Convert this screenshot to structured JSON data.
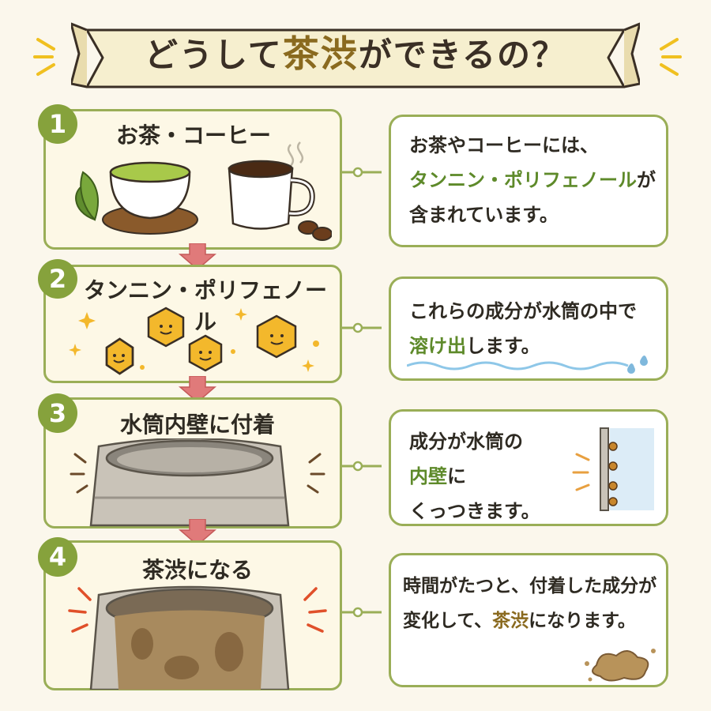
{
  "title": {
    "before": "どうして",
    "highlight": "茶渋",
    "after": "ができるの？"
  },
  "steps": [
    {
      "number": "1",
      "title": "お茶・コーヒー",
      "lines": [
        [
          {
            "t": "お茶やコーヒーには、",
            "c": ""
          }
        ],
        [
          {
            "t": "タンニン・ポリフェノール",
            "c": "green"
          },
          {
            "t": "が",
            "c": ""
          }
        ],
        [
          {
            "t": "含まれています。",
            "c": ""
          }
        ]
      ]
    },
    {
      "number": "2",
      "title": "タンニン・ポリフェノール",
      "lines": [
        [
          {
            "t": "これらの成分が水筒の中で",
            "c": ""
          }
        ],
        [
          {
            "t": "溶け出",
            "c": "green"
          },
          {
            "t": "します。",
            "c": ""
          }
        ]
      ]
    },
    {
      "number": "3",
      "title": "水筒内壁に付着",
      "lines": [
        [
          {
            "t": "成分が水筒の",
            "c": ""
          }
        ],
        [
          {
            "t": "内壁",
            "c": "green"
          },
          {
            "t": "に",
            "c": ""
          }
        ],
        [
          {
            "t": "くっつきます。",
            "c": ""
          }
        ]
      ]
    },
    {
      "number": "4",
      "title": "茶渋になる",
      "lines": [
        [
          {
            "t": "時間がたつと、付着した成分が",
            "c": ""
          }
        ],
        [
          {
            "t": "変化して、",
            "c": ""
          },
          {
            "t": "茶渋",
            "c": "brown"
          },
          {
            "t": "になります。",
            "c": ""
          }
        ]
      ]
    }
  ],
  "colors": {
    "accent_green": "#86a23c",
    "panel_border": "#9aae57",
    "arrow_pink": "#e07a7a",
    "stain_brown": "#8a6a1f"
  }
}
